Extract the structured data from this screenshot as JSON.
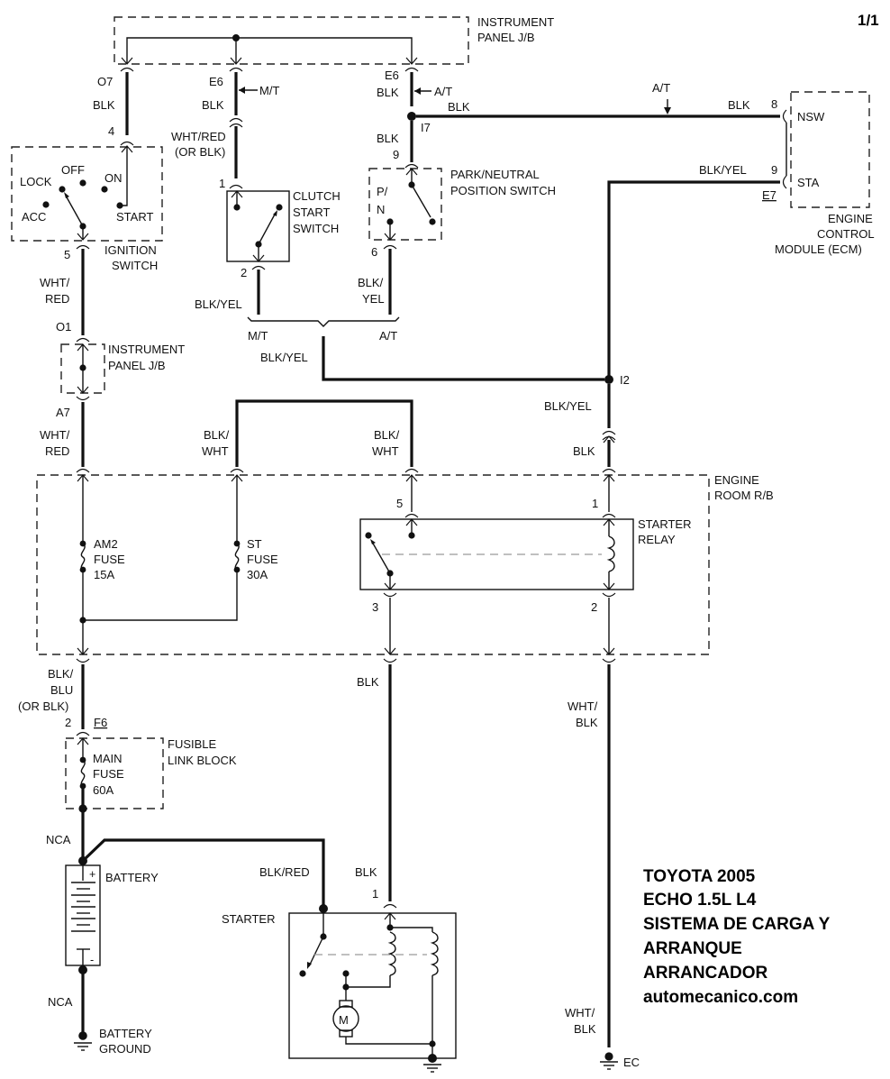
{
  "page_indicator": "1/1",
  "title_block": {
    "lines": [
      "TOYOTA 2005",
      "ECHO 1.5L L4",
      "SISTEMA DE CARGA Y",
      "ARRANQUE",
      "ARRANCADOR",
      "automecanico.com"
    ]
  },
  "components": {
    "instrument_panel_jb_top": {
      "name_line1": "INSTRUMENT",
      "name_line2": "PANEL J/B"
    },
    "instrument_panel_jb_mid": {
      "name_line1": "INSTRUMENT",
      "name_line2": "PANEL J/B"
    },
    "ignition_switch": {
      "name_line1": "IGNITION",
      "name_line2": "SWITCH",
      "positions": {
        "lock": "LOCK",
        "off": "OFF",
        "on": "ON",
        "acc": "ACC",
        "start": "START"
      }
    },
    "clutch_start_switch": {
      "name_line1": "CLUTCH",
      "name_line2": "START",
      "name_line3": "SWITCH"
    },
    "park_neutral_switch": {
      "name_line1": "PARK/NEUTRAL",
      "name_line2": "POSITION SWITCH",
      "pos_line1": "P/",
      "pos_line2": "N"
    },
    "ecm": {
      "name_line1": "ENGINE",
      "name_line2": "CONTROL",
      "name_line3": "MODULE (ECM)",
      "pin_nsw": "NSW",
      "pin_sta": "STA"
    },
    "engine_room_rb": {
      "name_line1": "ENGINE",
      "name_line2": "ROOM R/B"
    },
    "am2_fuse": {
      "line1": "AM2",
      "line2": "FUSE",
      "line3": "15A"
    },
    "st_fuse": {
      "line1": "ST",
      "line2": "FUSE",
      "line3": "30A"
    },
    "starter_relay": {
      "name_line1": "STARTER",
      "name_line2": "RELAY"
    },
    "fusible_link_block": {
      "name_line1": "FUSIBLE",
      "name_line2": "LINK BLOCK"
    },
    "main_fuse": {
      "line1": "MAIN",
      "line2": "FUSE",
      "line3": "60A"
    },
    "battery": {
      "name": "BATTERY",
      "plus": "+",
      "minus": "-"
    },
    "battery_ground": {
      "line1": "BATTERY",
      "line2": "GROUND"
    },
    "starter": {
      "name": "STARTER",
      "motor": "M"
    },
    "ground_ec": {
      "name": "EC"
    }
  },
  "connectors": {
    "o7": "O7",
    "e6_mt": "E6",
    "e6_at": "E6",
    "i7": "I7",
    "o1": "O1",
    "a7": "A7",
    "e7": "E7",
    "i2": "I2",
    "f6": "F6"
  },
  "pins": {
    "ign_4": "4",
    "ign_5": "5",
    "clutch_1": "1",
    "clutch_2": "2",
    "pn_9": "9",
    "pn_6": "6",
    "ecm_8": "8",
    "ecm_9": "9",
    "relay_5": "5",
    "relay_1": "1",
    "relay_3": "3",
    "relay_2": "2",
    "flb_2": "2",
    "starter_1": "1"
  },
  "wires": {
    "o7_blk": "BLK",
    "e6_mt_blk": "BLK",
    "mt_marker": "M/T",
    "clutch_in_l1": "WHT/RED",
    "clutch_in_l2": "(OR BLK)",
    "e6_at_blk": "BLK",
    "at_marker": "A/T",
    "i7_blk_right": "BLK",
    "nsw_at_marker": "A/T",
    "nsw_blk": "BLK",
    "pn_in_blk": "BLK",
    "sta_blk_yel": "BLK/YEL",
    "ign_out_l1": "WHT/",
    "ign_out_l2": "RED",
    "clutch_out": "BLK/YEL",
    "pn_out_l1": "BLK/",
    "pn_out_l2": "YEL",
    "merge_mt": "M/T",
    "merge_at": "A/T",
    "merge_out": "BLK/YEL",
    "i2_down": "BLK/YEL",
    "rb_in_blk": "BLK",
    "a7_l1": "WHT/",
    "a7_l2": "RED",
    "st_out_l1": "BLK/",
    "st_out_l2": "WHT",
    "relay5_l1": "BLK/",
    "relay5_l2": "WHT",
    "fuse_out_l1": "BLK/",
    "fuse_out_l2": "BLU",
    "fuse_out_l3": "(OR BLK)",
    "relay3_blk": "BLK",
    "relay2_l1": "WHT/",
    "relay2_l2": "BLK",
    "nca_top": "NCA",
    "nca_bottom": "NCA",
    "starter_feed": "BLK/RED",
    "starter_blk": "BLK",
    "ec_l1": "WHT/",
    "ec_l2": "BLK"
  }
}
